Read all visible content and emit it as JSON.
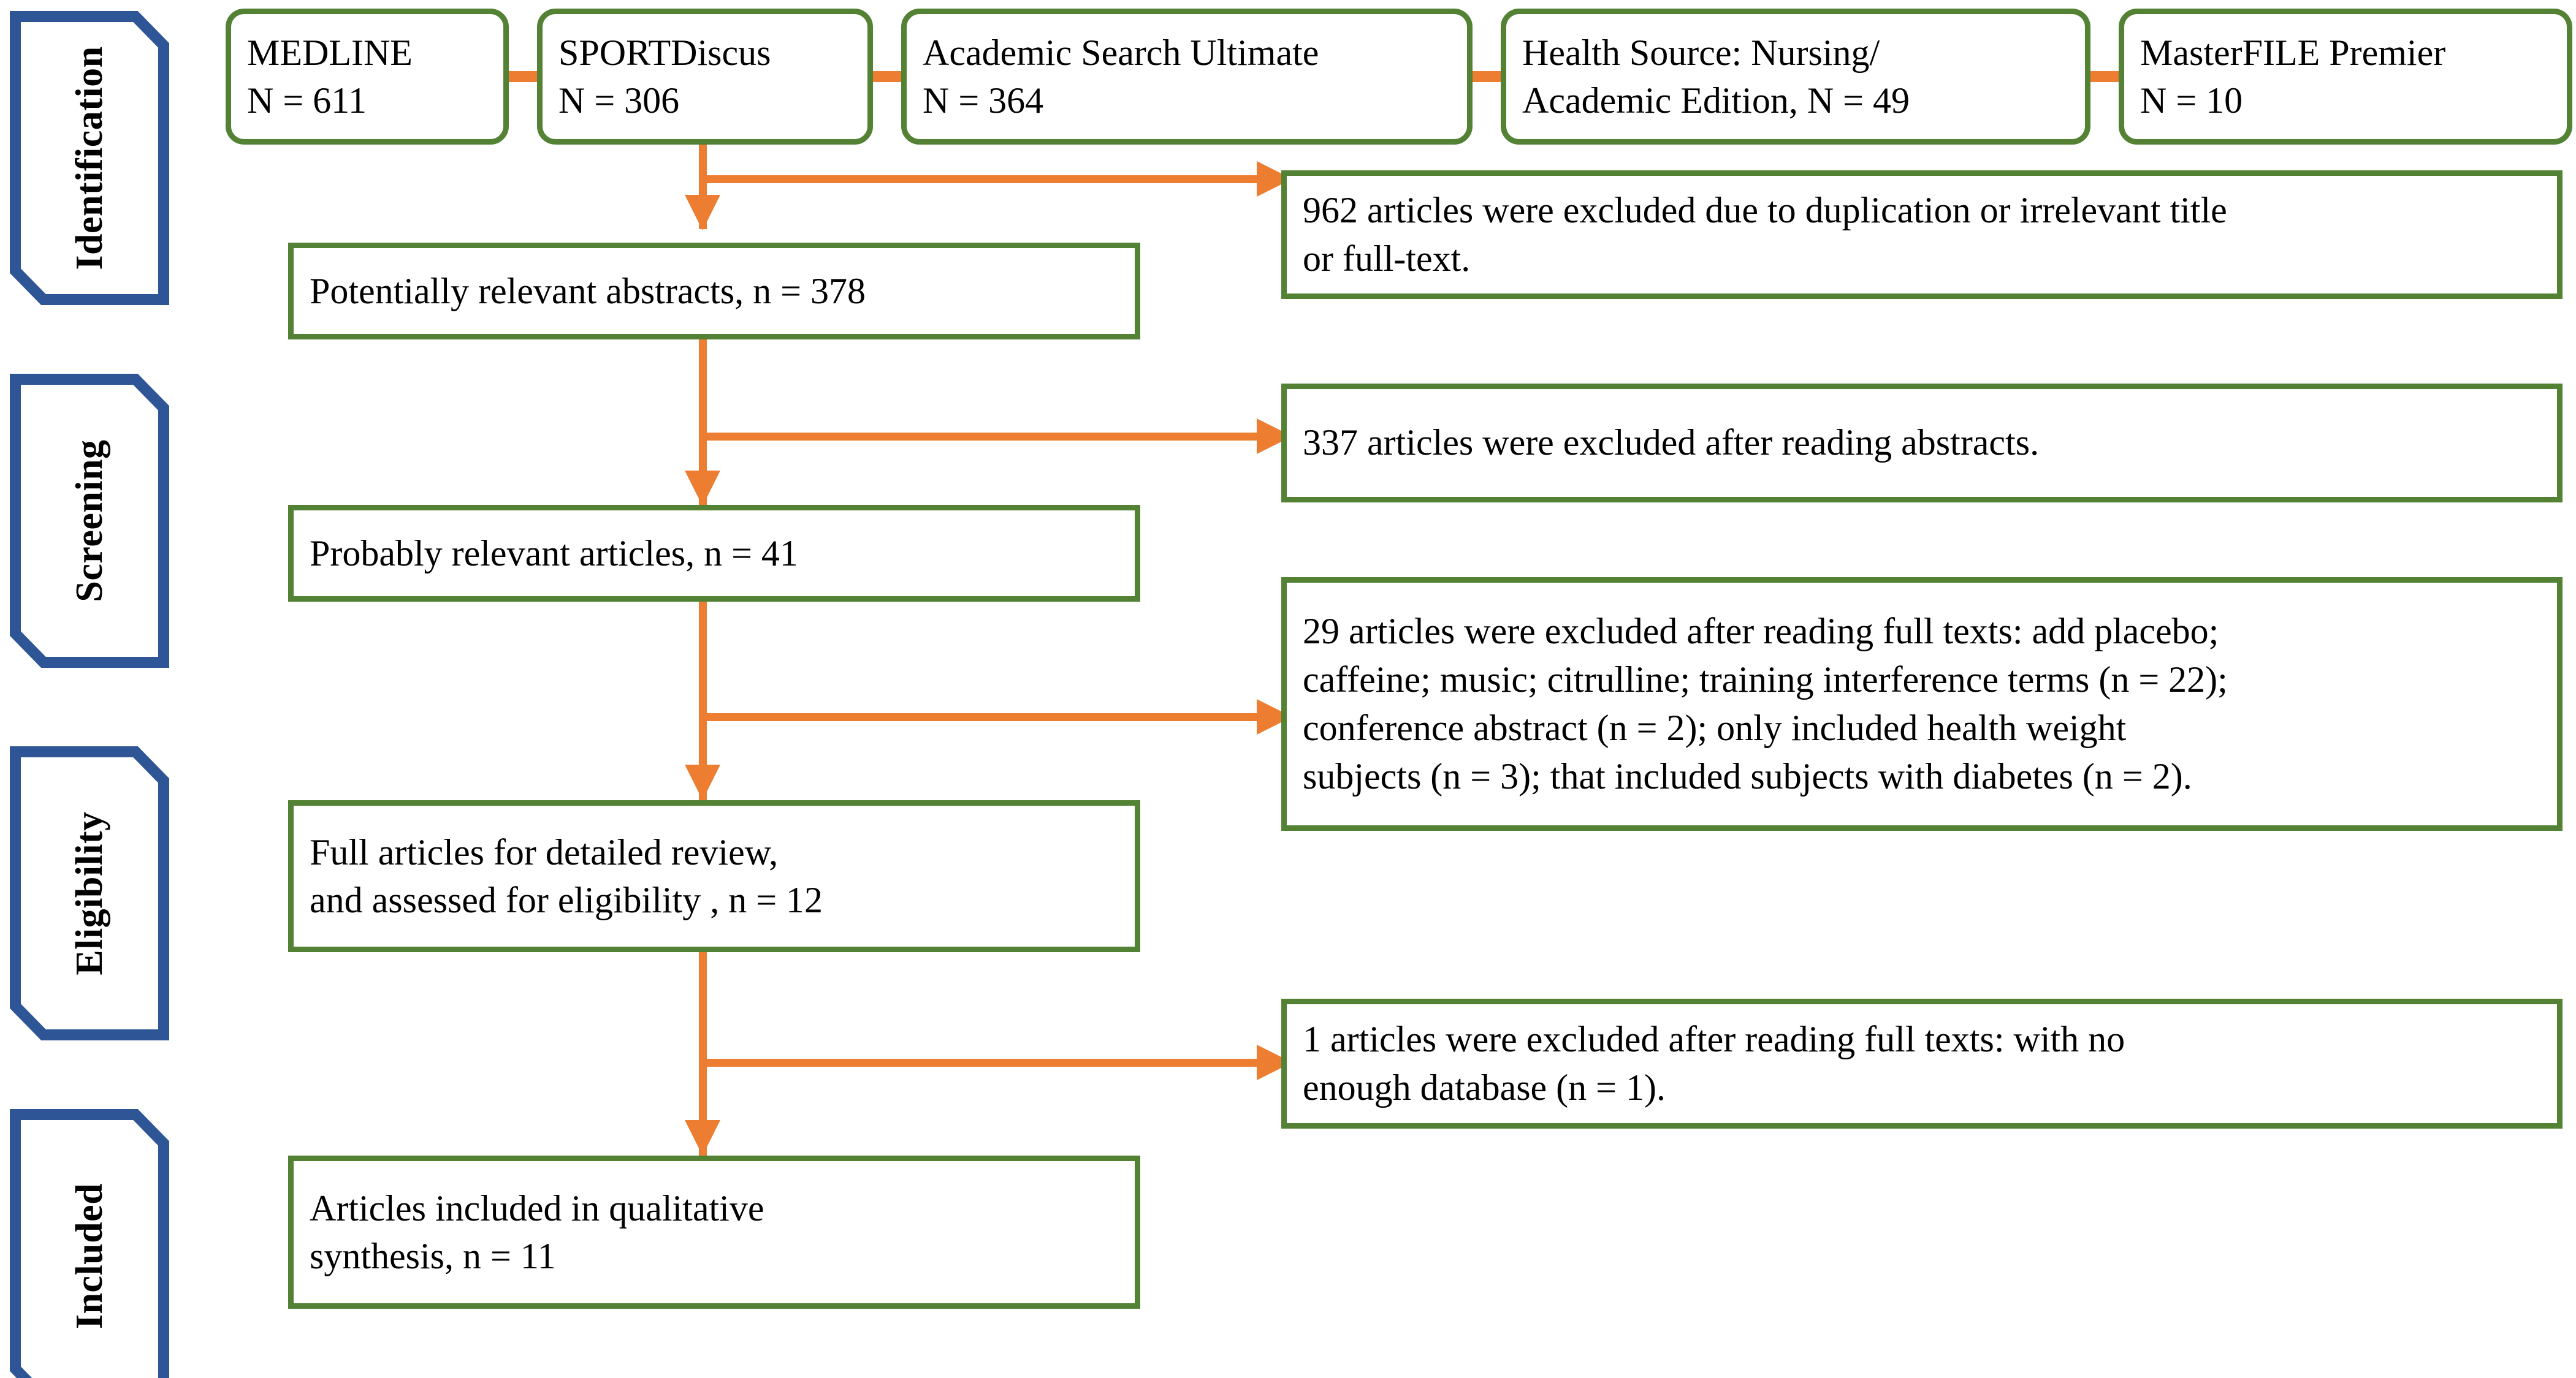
{
  "diagram": {
    "title": "PRISMA study selection flow diagram",
    "colors": {
      "box_border_green": "#548235",
      "connector_orange": "#ED7D31",
      "stage_banner_blue": "#2E5596",
      "background": "#FFFFFF",
      "text": "#000000"
    }
  },
  "stages": [
    {
      "id": "identification",
      "label": "Identification"
    },
    {
      "id": "screening",
      "label": "Screening"
    },
    {
      "id": "eligibility",
      "label": "Eligibility"
    },
    {
      "id": "included",
      "label": "Included"
    }
  ],
  "databases": [
    {
      "id": "medline",
      "name": "MEDLINE",
      "count_line": "N = 611",
      "n": 611
    },
    {
      "id": "sportdiscus",
      "name": "SPORTDiscus",
      "count_line": "N = 306",
      "n": 306
    },
    {
      "id": "academic",
      "name": "Academic Search Ultimate",
      "count_line": "N = 364",
      "n": 364
    },
    {
      "id": "healthsource",
      "name": "Health Source: Nursing/",
      "count_line": "Academic Edition, N = 49",
      "n": 49
    },
    {
      "id": "masterfile",
      "name": "MasterFILE Premier",
      "count_line": "N = 10",
      "n": 10
    }
  ],
  "flow": [
    {
      "id": "abstracts",
      "text": "Potentially relevant abstracts, n = 378",
      "n": 378
    },
    {
      "id": "articles",
      "text": "Probably relevant articles, n = 41",
      "n": 41
    },
    {
      "id": "fulltext",
      "line1": "Full articles for detailed review,",
      "line2": "and assessed for eligibility , n = 12",
      "n": 12
    },
    {
      "id": "included",
      "line1": "Articles included in  qualitative",
      "line2": "synthesis, n = 11",
      "n": 11
    }
  ],
  "exclusions": [
    {
      "id": "excl-duplication",
      "line1": "962 articles were excluded due to duplication or irrelevant title",
      "line2": "or full-text.",
      "n": 962
    },
    {
      "id": "excl-abstracts",
      "line1": "337 articles were excluded after reading abstracts.",
      "n": 337
    },
    {
      "id": "excl-fulltext",
      "line1": "29 articles were excluded after reading full texts: add placebo;",
      "line2": "caffeine; music; citrulline; training interference terms (n = 22);",
      "line3": "conference abstract (n = 2); only included health weight",
      "line4": "subjects (n = 3); that included subjects with diabetes  (n = 2).",
      "n": 29
    },
    {
      "id": "excl-database",
      "line1": "1 articles were excluded after reading full texts: with no",
      "line2": "enough database (n = 1).",
      "n": 1
    }
  ]
}
